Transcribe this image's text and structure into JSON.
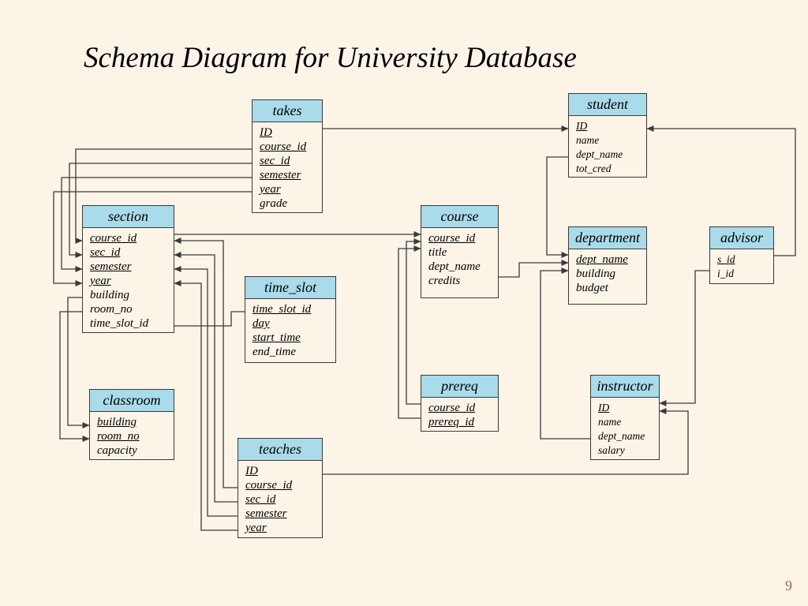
{
  "title": "Schema Diagram for University Database",
  "page_number": "9",
  "colors": {
    "header_fill": "#a9dbea",
    "background": "#fdf4e8",
    "line": "#3a3a3a"
  },
  "tables": {
    "takes": {
      "name": "takes",
      "attributes": [
        {
          "name": "ID",
          "pk": true
        },
        {
          "name": "course_id",
          "pk": true
        },
        {
          "name": "sec_id",
          "pk": true
        },
        {
          "name": "semester",
          "pk": true
        },
        {
          "name": "year",
          "pk": true
        },
        {
          "name": "grade",
          "pk": false
        }
      ]
    },
    "student": {
      "name": "student",
      "attributes": [
        {
          "name": "ID",
          "pk": true
        },
        {
          "name": "name",
          "pk": false
        },
        {
          "name": "dept_name",
          "pk": false
        },
        {
          "name": "tot_cred",
          "pk": false
        }
      ]
    },
    "section": {
      "name": "section",
      "attributes": [
        {
          "name": "course_id",
          "pk": true
        },
        {
          "name": "sec_id",
          "pk": true
        },
        {
          "name": "semester",
          "pk": true
        },
        {
          "name": "year",
          "pk": true
        },
        {
          "name": "building",
          "pk": false
        },
        {
          "name": "room_no",
          "pk": false
        },
        {
          "name": "time_slot_id",
          "pk": false
        }
      ]
    },
    "course": {
      "name": "course",
      "attributes": [
        {
          "name": "course_id",
          "pk": true
        },
        {
          "name": "title",
          "pk": false
        },
        {
          "name": "dept_name",
          "pk": false
        },
        {
          "name": "credits",
          "pk": false
        }
      ]
    },
    "department": {
      "name": "department",
      "attributes": [
        {
          "name": "dept_name",
          "pk": true
        },
        {
          "name": "building",
          "pk": false
        },
        {
          "name": "budget",
          "pk": false
        }
      ]
    },
    "advisor": {
      "name": "advisor",
      "attributes": [
        {
          "name": "s_id",
          "pk": true
        },
        {
          "name": "i_id",
          "pk": false
        }
      ]
    },
    "time_slot": {
      "name": "time_slot",
      "attributes": [
        {
          "name": "time_slot_id",
          "pk": true
        },
        {
          "name": "day",
          "pk": true
        },
        {
          "name": "start_time",
          "pk": true
        },
        {
          "name": "end_time",
          "pk": false
        }
      ]
    },
    "classroom": {
      "name": "classroom",
      "attributes": [
        {
          "name": "building",
          "pk": true
        },
        {
          "name": "room_no",
          "pk": true
        },
        {
          "name": "capacity",
          "pk": false
        }
      ]
    },
    "prereq": {
      "name": "prereq",
      "attributes": [
        {
          "name": "course_id",
          "pk": true
        },
        {
          "name": "prereq_id",
          "pk": true
        }
      ]
    },
    "instructor": {
      "name": "instructor",
      "attributes": [
        {
          "name": "ID",
          "pk": true
        },
        {
          "name": "name",
          "pk": false
        },
        {
          "name": "dept_name",
          "pk": false
        },
        {
          "name": "salary",
          "pk": false
        }
      ]
    },
    "teaches": {
      "name": "teaches",
      "attributes": [
        {
          "name": "ID",
          "pk": true
        },
        {
          "name": "course_id",
          "pk": true
        },
        {
          "name": "sec_id",
          "pk": true
        },
        {
          "name": "semester",
          "pk": true
        },
        {
          "name": "year",
          "pk": true
        }
      ]
    }
  }
}
